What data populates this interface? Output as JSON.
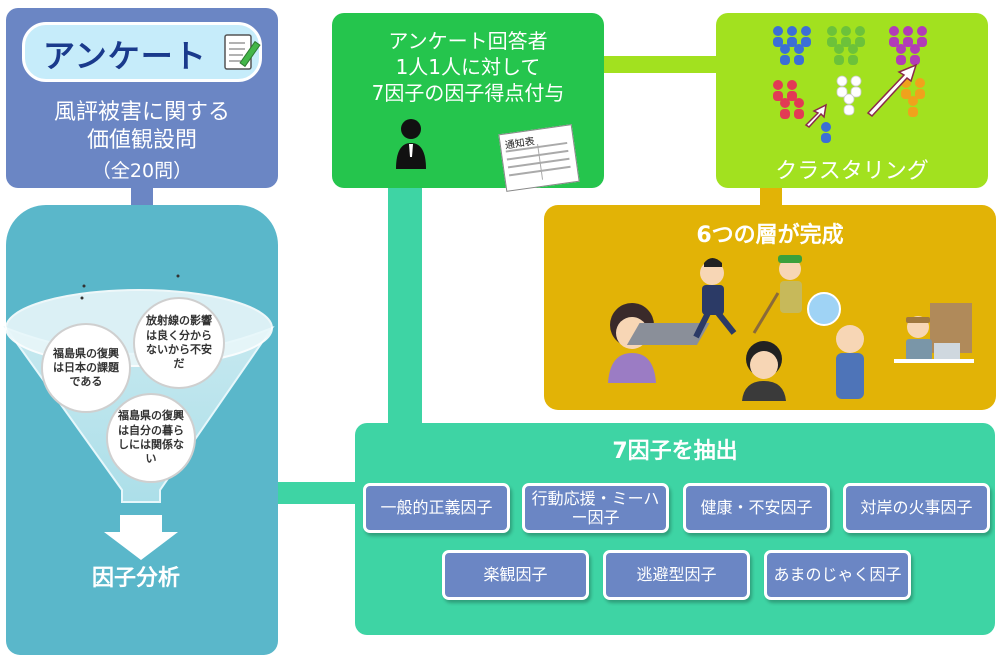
{
  "survey": {
    "badge": "アンケート",
    "line1": "風評被害に関する",
    "line2": "価値観設問",
    "line3": "（全20問）"
  },
  "funnel": {
    "bubble1": "福島県の復興は日本の課題である",
    "bubble2": "放射線の影響は良く分からないから不安だ",
    "bubble3": "福島県の復興は自分の暮らしには関係ない"
  },
  "factor_analysis": {
    "label": "因子分析"
  },
  "respondent": {
    "line1": "アンケート回答者",
    "line2": "1人1人に対して",
    "line3": "7因子の因子得点付与",
    "notice_label": "通知表"
  },
  "clustering": {
    "label": "クラスタリング"
  },
  "layers": {
    "title": "6つの層が完成"
  },
  "extract": {
    "title": "7因子を抽出",
    "factors": [
      "一般的正義因子",
      "行動応援・ミーハー因子",
      "健康・不安因子",
      "対岸の火事因子",
      "楽観因子",
      "逃避型因子",
      "あまのじゃく因子"
    ]
  },
  "colors": {
    "survey": "#6b86c4",
    "factor": "#5ab7ca",
    "respondent": "#25c54d",
    "clustering": "#a2e11f",
    "layers": "#e2b306",
    "extract": "#3ed4a4"
  }
}
